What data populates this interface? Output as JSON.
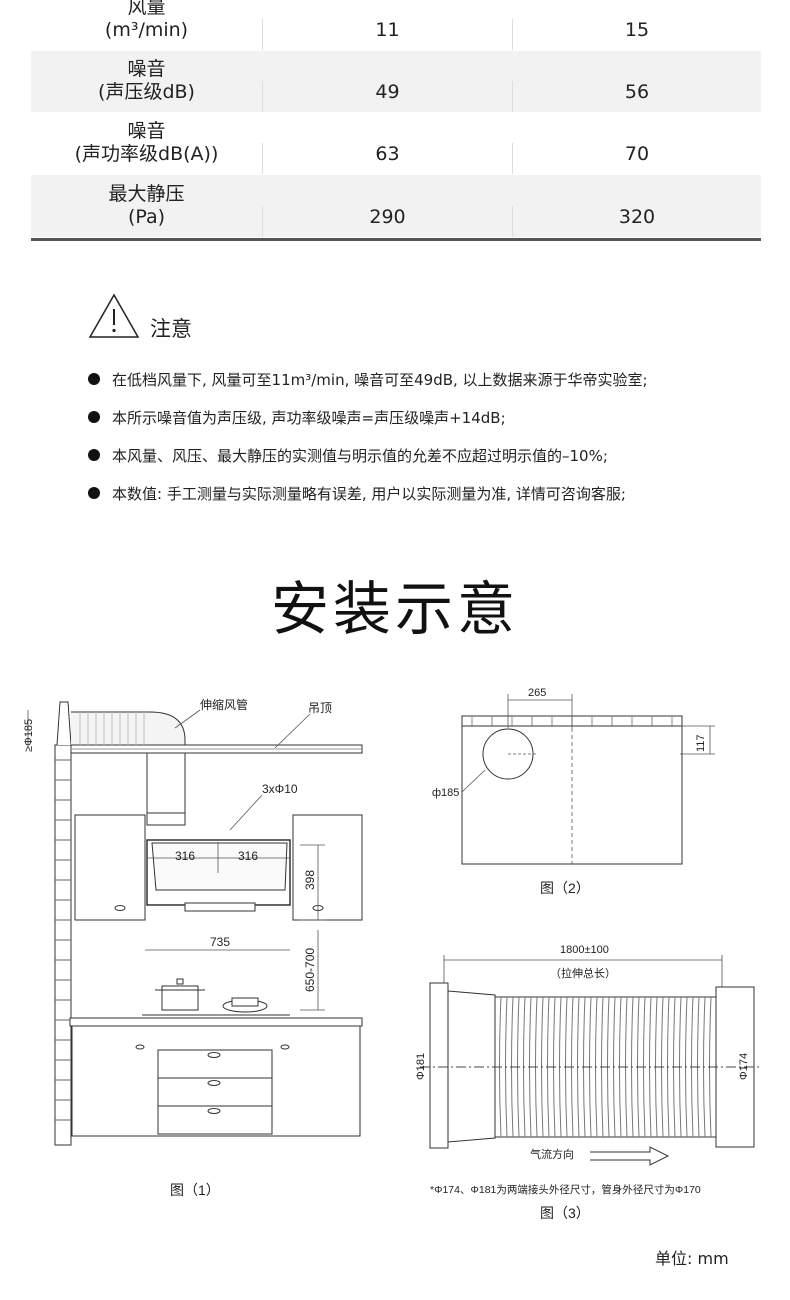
{
  "spec_table": {
    "rows": [
      {
        "label1": "风量",
        "label2": "(m³/min)",
        "v1": "11",
        "v2": "15"
      },
      {
        "label1": "噪音",
        "label2": "(声压级dB)",
        "v1": "49",
        "v2": "56"
      },
      {
        "label1": "噪音",
        "label2": "(声功率级dB(A))",
        "v1": "63",
        "v2": "70"
      },
      {
        "label1": "最大静压",
        "label2": "(Pa)",
        "v1": "290",
        "v2": "320"
      }
    ]
  },
  "notice": {
    "title": "注意",
    "items": [
      "在低档风量下, 风量可至11m³/min, 噪音可至49dB, 以上数据来源于华帝实验室;",
      "本所示噪音值为声压级, 声功率级噪声=声压级噪声+14dB;",
      "本风量、风压、最大静压的实测值与明示值的允差不应超过明示值的–10%;",
      "本数值: 手工测量与实际测量略有误差, 用户以实际测量为准, 详情可咨询客服;"
    ]
  },
  "section_title": "安装示意",
  "fig1": {
    "pipe_label": "伸缩风管",
    "ceiling_label": "吊顶",
    "hole_label": "3xΦ10",
    "d316a": "316",
    "d316b": "316",
    "d398": "398",
    "d735": "735",
    "d650": "650-700",
    "phi185": "≥Φ185",
    "caption": "图（1）"
  },
  "fig2": {
    "d265": "265",
    "d117": "117",
    "phi185": "ф185",
    "caption": "图（2）"
  },
  "fig3": {
    "length": "1800±100",
    "length_note": "（拉伸总长）",
    "phi181": "Φ181",
    "phi174": "Φ174",
    "flow": "气流方向",
    "note": "*Φ174、Φ181为两端接头外径尺寸，管身外径尺寸为Φ170",
    "caption": "图（3）"
  },
  "unit": "单位:  mm"
}
